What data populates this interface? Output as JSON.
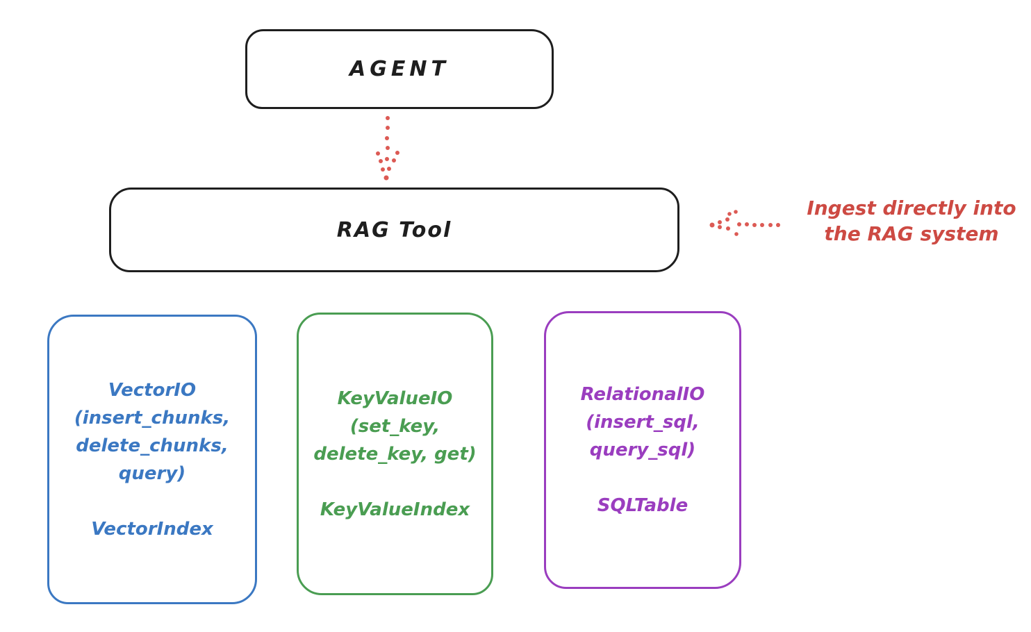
{
  "title": "RAG Tool architecture diagram",
  "colors": {
    "ink": "#1e1e1e",
    "red_text": "#cd4a43",
    "red_arrow": "#dc5a54",
    "blue": "#3b78c2",
    "green": "#4a9d52",
    "purple": "#9a3dbf",
    "background": "#ffffff"
  },
  "agent_box": {
    "label": "AGENT"
  },
  "rag_tool_box": {
    "label": "RAG Tool"
  },
  "annotation": {
    "text": "Ingest directly into\nthe RAG system"
  },
  "arrows": [
    {
      "name": "agent-to-rag-tool",
      "style": "dotted",
      "direction": "down"
    },
    {
      "name": "ingest-into-rag-tool",
      "style": "dotted",
      "direction": "left"
    }
  ],
  "storage_boxes": [
    {
      "id": "vector-io",
      "accent": "#3b78c2",
      "body": "VectorIO\n(insert_chunks,\ndelete_chunks,\nquery)",
      "index_label": "VectorIndex"
    },
    {
      "id": "key-value-io",
      "accent": "#4a9d52",
      "body": "KeyValueIO\n(set_key,\ndelete_key, get)",
      "index_label": "KeyValueIndex"
    },
    {
      "id": "relational-io",
      "accent": "#9a3dbf",
      "body": "RelationalIO\n(insert_sql,\nquery_sql)",
      "index_label": "SQLTable"
    }
  ]
}
